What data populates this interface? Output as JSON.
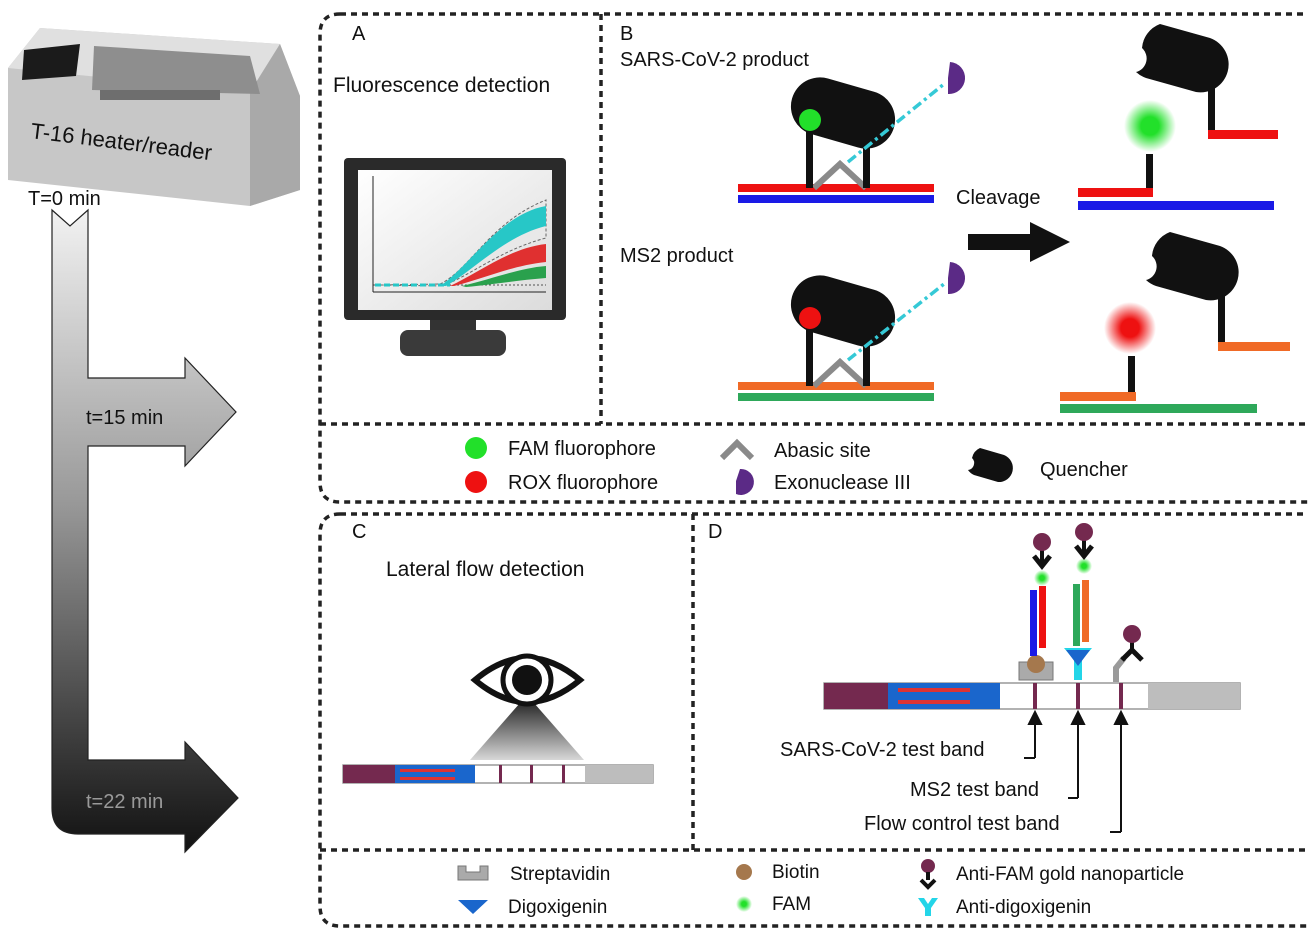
{
  "device": {
    "label": "T-16 heater/reader"
  },
  "timeline": {
    "t0": "T=0 min",
    "t15": "t=15 min",
    "t22": "t=22 min"
  },
  "panel_a": {
    "letter": "A",
    "title": "Fluorescence detection"
  },
  "panel_b": {
    "letter": "B",
    "sars_label": "SARS-CoV-2 product",
    "ms2_label": "MS2 product",
    "cleavage_label": "Cleavage"
  },
  "legend_top": {
    "fam": "FAM fluorophore",
    "rox": "ROX fluorophore",
    "abasic": "Abasic site",
    "exo": "Exonuclease III",
    "quencher": "Quencher"
  },
  "panel_c": {
    "letter": "C",
    "title": "Lateral flow detection"
  },
  "panel_d": {
    "letter": "D",
    "sars_band": "SARS-CoV-2 test band",
    "ms2_band": "MS2 test band",
    "flow_band": "Flow control test band"
  },
  "legend_bottom": {
    "streptavidin": "Streptavidin",
    "digoxigenin": "Digoxigenin",
    "biotin": "Biotin",
    "fam": "FAM",
    "anti_fam": "Anti-FAM gold nanoparticle",
    "anti_dig": "Anti-digoxigenin"
  },
  "colors": {
    "fam_green": "#22e02a",
    "rox_red": "#ee1111",
    "sars_strand_red": "#ee1111",
    "sars_strand_blue": "#1a1ae6",
    "ms2_strand_orange": "#f06a26",
    "ms2_strand_green": "#2ea85a",
    "abasic_gray": "#8a8a8a",
    "exo_purple": "#5b2a86",
    "probe_cyan": "#35c9d6",
    "maroon": "#74294f",
    "dig_blue": "#1a66cc",
    "biotin_brown": "#a5784d",
    "anti_dig_cyan": "#23d5e8"
  }
}
